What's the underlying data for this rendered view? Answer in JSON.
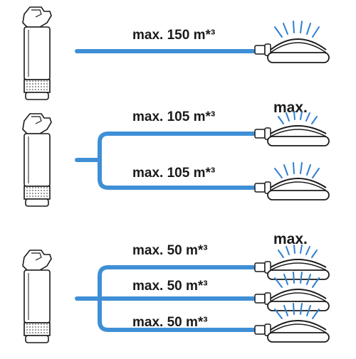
{
  "colors": {
    "hose": "#3f8fd6",
    "water": "#2f7fd0",
    "outline": "#1a1a1a",
    "background": "#ffffff"
  },
  "scenarios": [
    {
      "pump_icon": "submersible-pump-icon",
      "sprinklers_icon": "oscillating-sprinkler-icon",
      "hoses": [
        {
          "label": "max. 150 m*³"
        }
      ],
      "max_label": ""
    },
    {
      "pump_icon": "submersible-pump-icon",
      "sprinklers_icon": "oscillating-sprinkler-icon",
      "hoses": [
        {
          "label": "max. 105 m*³"
        },
        {
          "label": "max. 105 m*³"
        }
      ],
      "max_label": "max."
    },
    {
      "pump_icon": "submersible-pump-icon",
      "sprinklers_icon": "oscillating-sprinkler-icon",
      "hoses": [
        {
          "label": "max. 50 m*³"
        },
        {
          "label": "max. 50 m*³"
        },
        {
          "label": "max. 50 m*³"
        }
      ],
      "max_label": "max."
    }
  ]
}
